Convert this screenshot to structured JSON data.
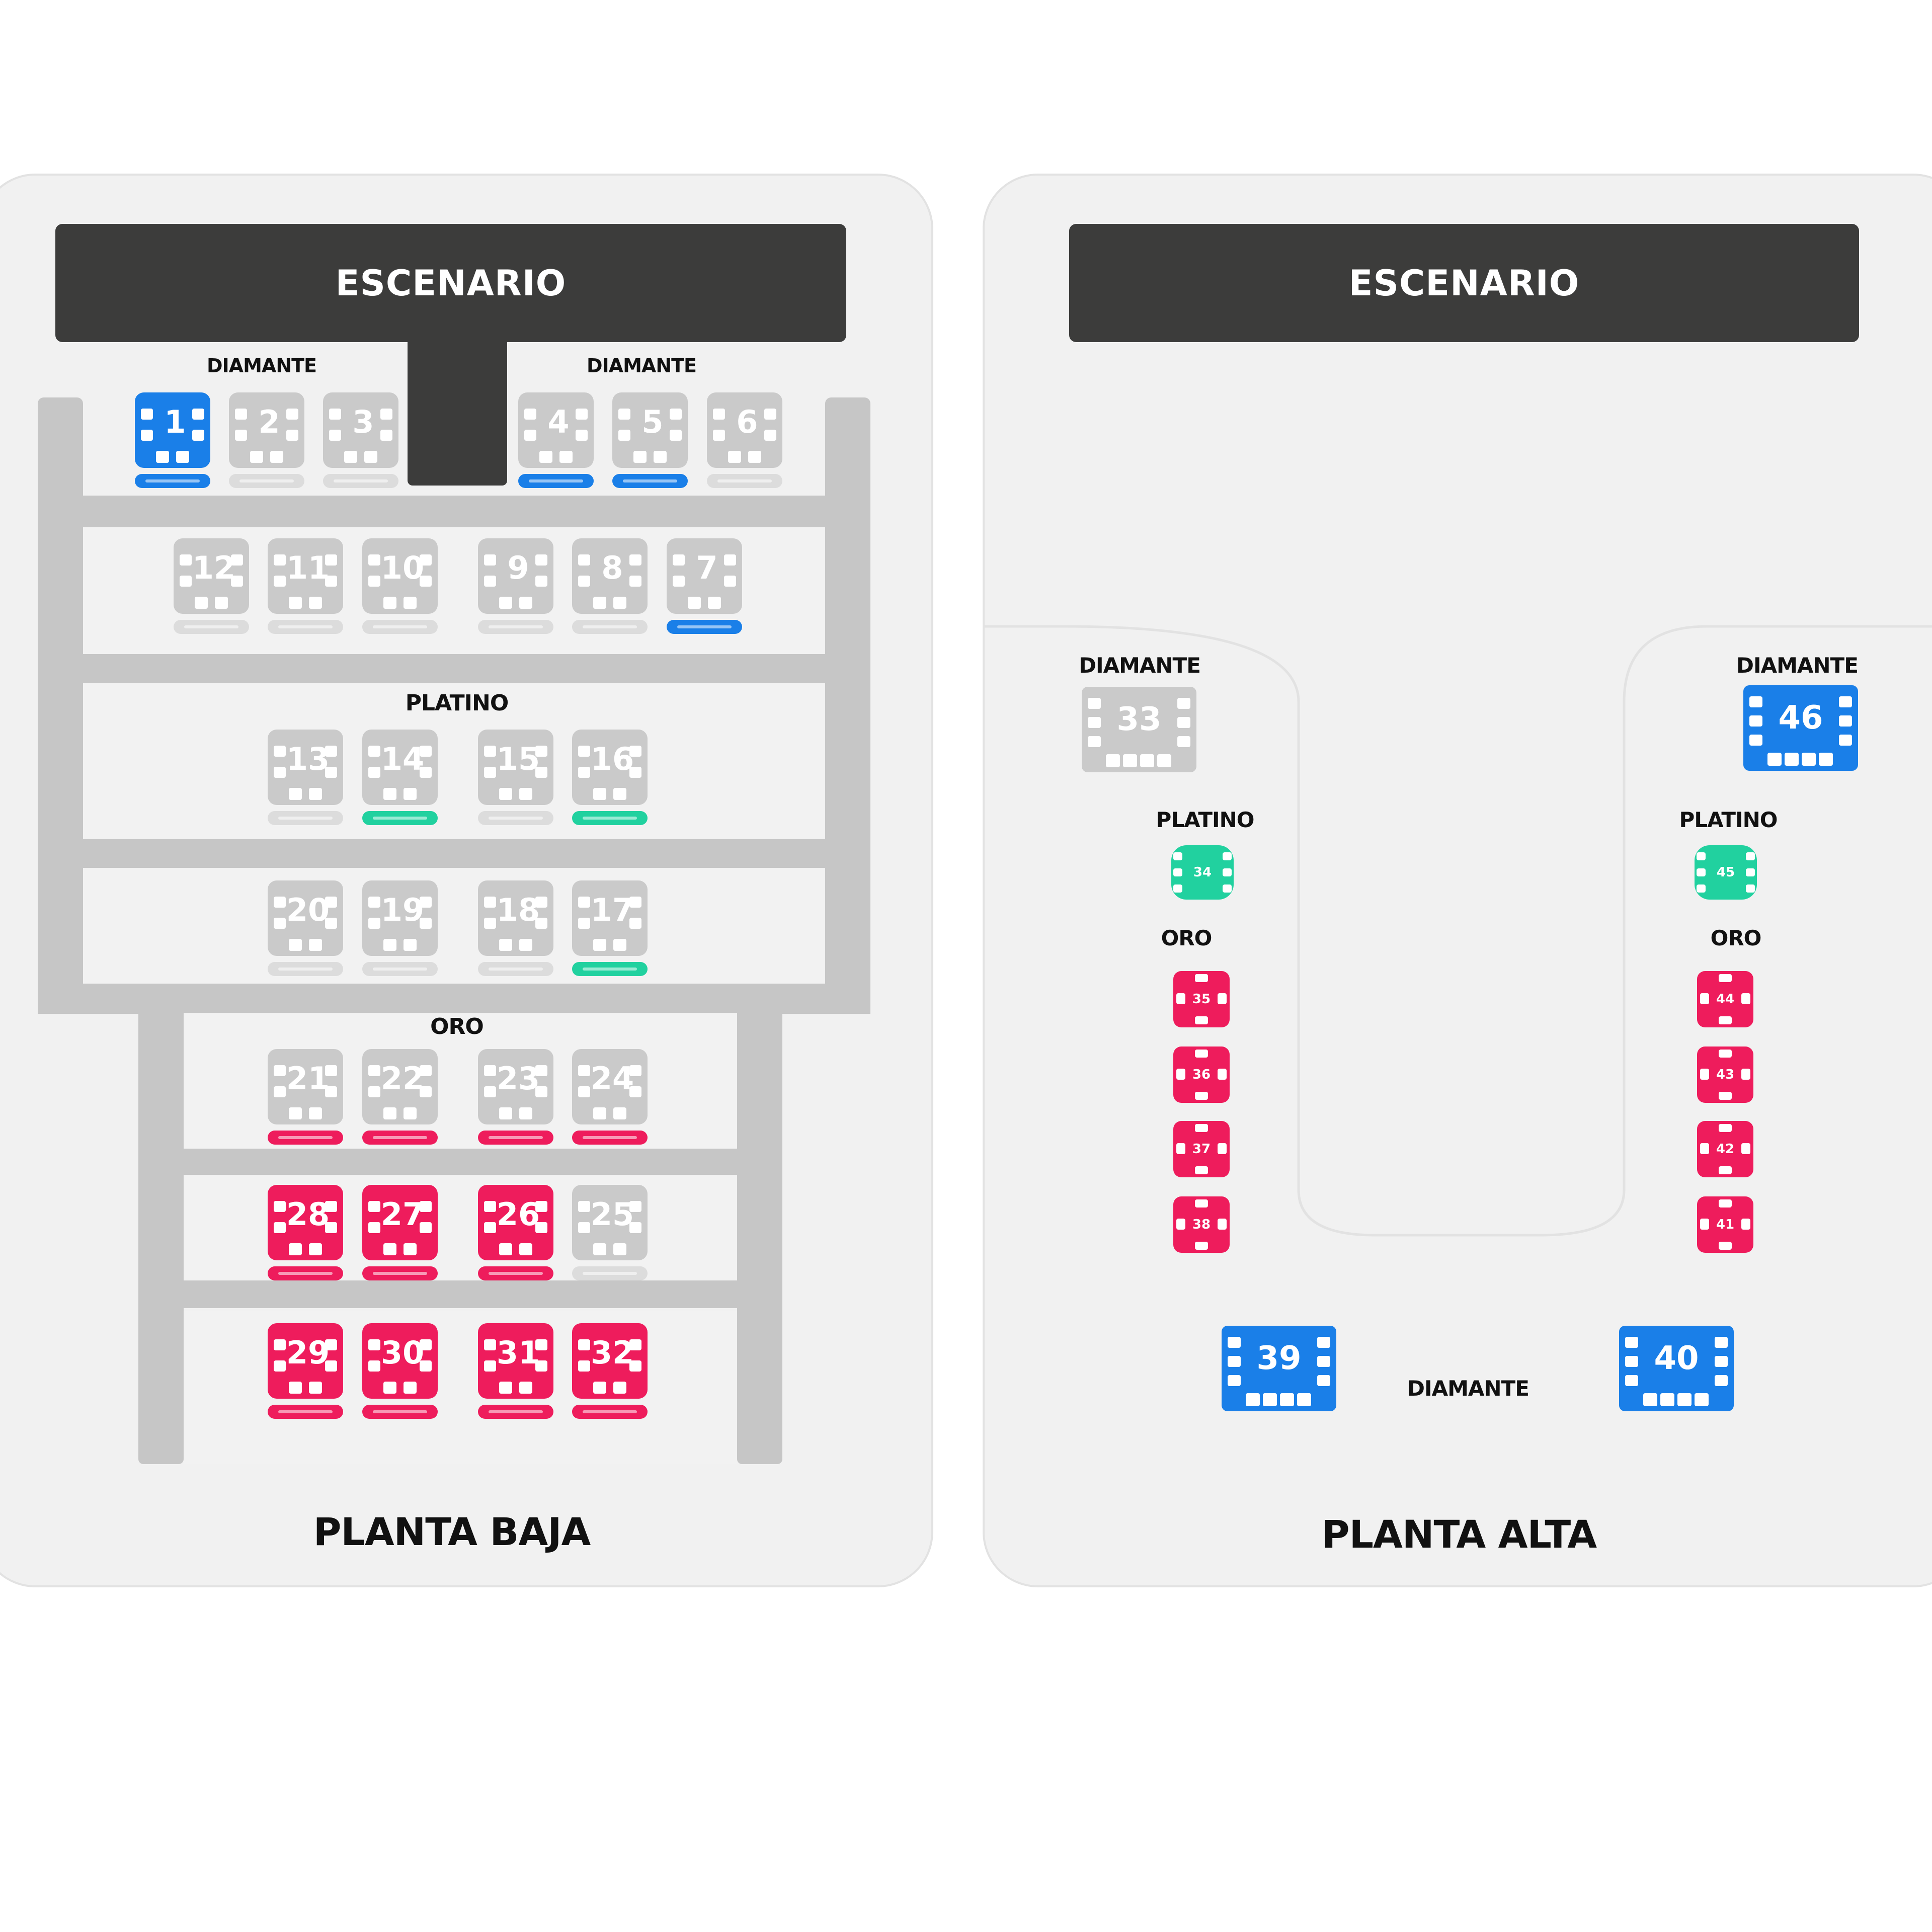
{
  "colors": {
    "diamante": "#1a7fe8",
    "platino": "#21d19f",
    "oro": "#ee1c5c",
    "unavailable": "#cacaca",
    "stage": "#3c3c3b",
    "panel": "#f1f1f1"
  },
  "planta_baja": {
    "stage_label": "ESCENARIO",
    "floor_label": "PLANTA BAJA",
    "sections": {
      "diamante_left": "DIAMANTE",
      "diamante_right": "DIAMANTE",
      "platino": "PLATINO",
      "oro": "ORO"
    },
    "tables": [
      {
        "n": "1",
        "level": "diamante",
        "available": true
      },
      {
        "n": "2",
        "level": "diamante",
        "available": false
      },
      {
        "n": "3",
        "level": "diamante",
        "available": false
      },
      {
        "n": "4",
        "level": "diamante",
        "available": false,
        "pill": true
      },
      {
        "n": "5",
        "level": "diamante",
        "available": false,
        "pill": true
      },
      {
        "n": "6",
        "level": "diamante",
        "available": false
      },
      {
        "n": "12",
        "level": "diamante",
        "available": false
      },
      {
        "n": "11",
        "level": "diamante",
        "available": false
      },
      {
        "n": "10",
        "level": "diamante",
        "available": false
      },
      {
        "n": "9",
        "level": "diamante",
        "available": false
      },
      {
        "n": "8",
        "level": "diamante",
        "available": false
      },
      {
        "n": "7",
        "level": "diamante",
        "available": false,
        "pill": true
      },
      {
        "n": "13",
        "level": "platino",
        "available": false
      },
      {
        "n": "14",
        "level": "platino",
        "available": false,
        "pill": true
      },
      {
        "n": "15",
        "level": "platino",
        "available": false
      },
      {
        "n": "16",
        "level": "platino",
        "available": false,
        "pill": true
      },
      {
        "n": "20",
        "level": "platino",
        "available": false
      },
      {
        "n": "19",
        "level": "platino",
        "available": false
      },
      {
        "n": "18",
        "level": "platino",
        "available": false
      },
      {
        "n": "17",
        "level": "platino",
        "available": false,
        "pill": true
      },
      {
        "n": "21",
        "level": "oro",
        "available": false,
        "pill": true
      },
      {
        "n": "22",
        "level": "oro",
        "available": false,
        "pill": true
      },
      {
        "n": "23",
        "level": "oro",
        "available": false,
        "pill": true
      },
      {
        "n": "24",
        "level": "oro",
        "available": false,
        "pill": true
      },
      {
        "n": "28",
        "level": "oro",
        "available": true
      },
      {
        "n": "27",
        "level": "oro",
        "available": true
      },
      {
        "n": "26",
        "level": "oro",
        "available": true
      },
      {
        "n": "25",
        "level": "oro",
        "available": false
      },
      {
        "n": "29",
        "level": "oro",
        "available": true
      },
      {
        "n": "30",
        "level": "oro",
        "available": true
      },
      {
        "n": "31",
        "level": "oro",
        "available": true
      },
      {
        "n": "32",
        "level": "oro",
        "available": true
      }
    ]
  },
  "planta_alta": {
    "stage_label": "ESCENARIO",
    "floor_label": "PLANTA ALTA",
    "sections": {
      "diamante_left": "DIAMANTE",
      "diamante_right": "DIAMANTE",
      "platino_left": "PLATINO",
      "platino_right": "PLATINO",
      "oro_left": "ORO",
      "oro_right": "ORO",
      "diamante_bottom": "DIAMANTE"
    },
    "tables": [
      {
        "n": "33",
        "level": "diamante",
        "available": false
      },
      {
        "n": "46",
        "level": "diamante",
        "available": true
      },
      {
        "n": "34",
        "level": "platino",
        "available": true
      },
      {
        "n": "45",
        "level": "platino",
        "available": true
      },
      {
        "n": "35",
        "level": "oro",
        "available": true
      },
      {
        "n": "36",
        "level": "oro",
        "available": true
      },
      {
        "n": "37",
        "level": "oro",
        "available": true
      },
      {
        "n": "38",
        "level": "oro",
        "available": true
      },
      {
        "n": "44",
        "level": "oro",
        "available": true
      },
      {
        "n": "43",
        "level": "oro",
        "available": true
      },
      {
        "n": "42",
        "level": "oro",
        "available": true
      },
      {
        "n": "41",
        "level": "oro",
        "available": true
      },
      {
        "n": "39",
        "level": "diamante",
        "available": true
      },
      {
        "n": "40",
        "level": "diamante",
        "available": true
      }
    ]
  }
}
